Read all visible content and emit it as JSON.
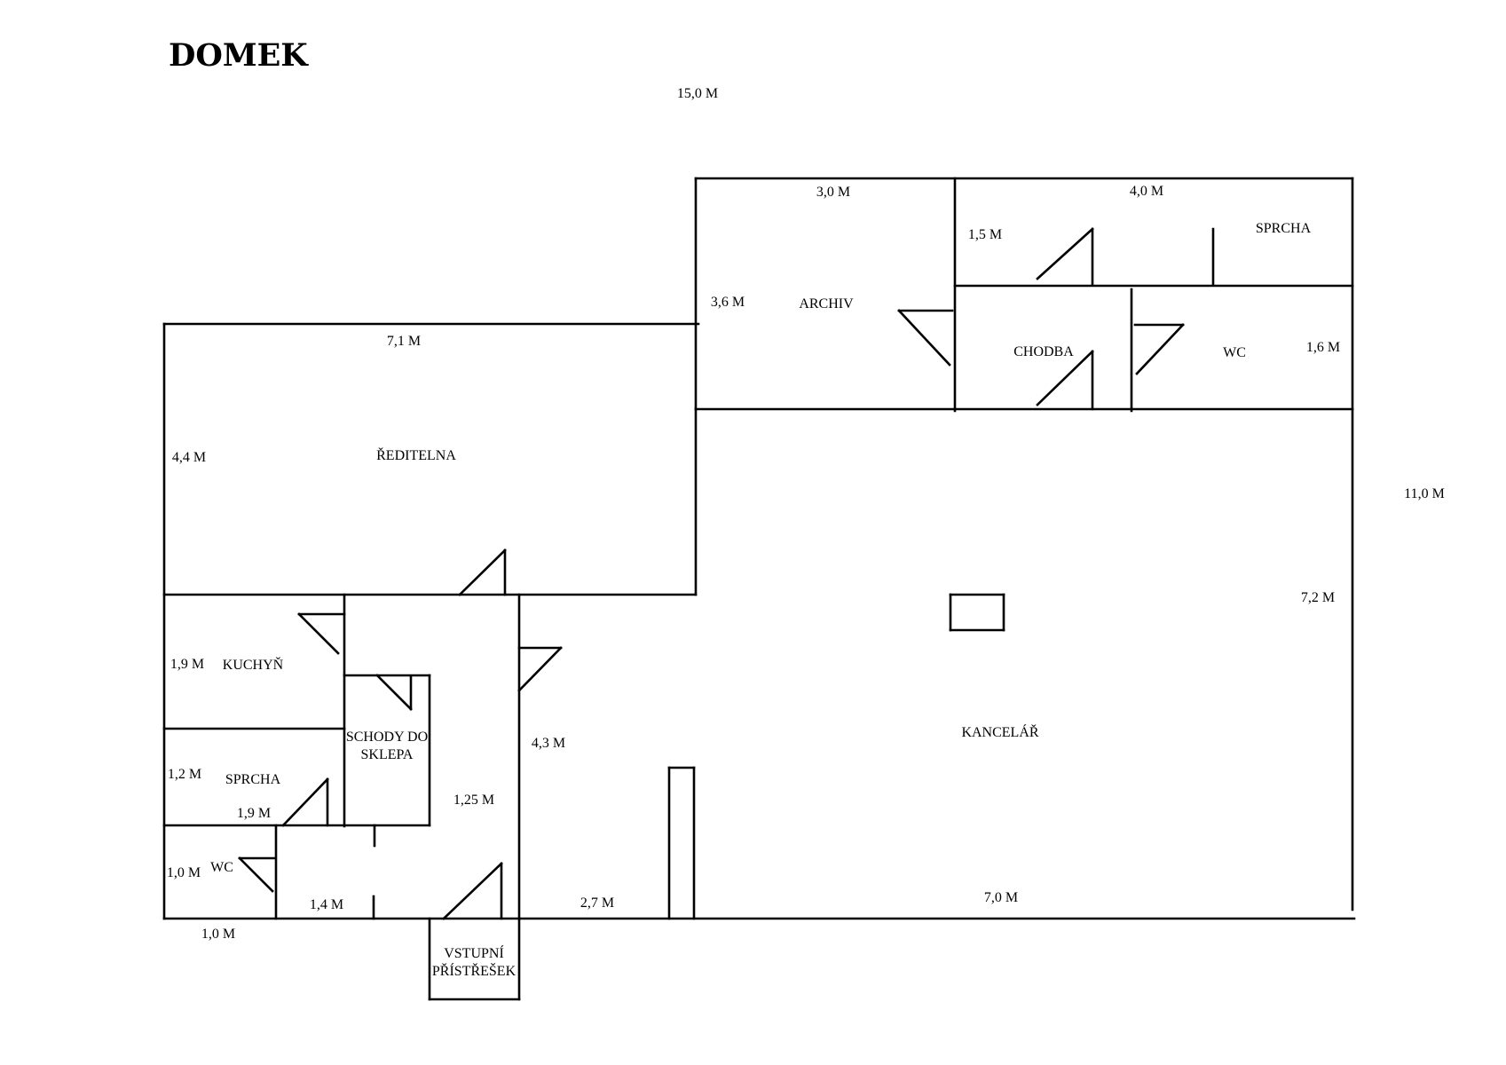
{
  "title": "DOMEK",
  "rooms": {
    "archiv": "ARCHIV",
    "sprcha_top": "SPRCHA",
    "chodba": "CHODBA",
    "wc_top": "WC",
    "reditelna": "ŘEDITELNA",
    "kuchyn": "KUCHYŇ",
    "schody": "SCHODY DO SKLEPA",
    "sprcha_bottom": "SPRCHA",
    "wc_bottom": "WC",
    "kancelar": "KANCELÁŘ",
    "vstupni": "VSTUPNÍ PŘÍSTŘEŠEK"
  },
  "dimensions": {
    "total_width": "15,0 M",
    "total_height": "11,0 M",
    "archiv_width": "3,0 M",
    "archiv_height": "3,6 M",
    "sprcha_top_width": "4,0 M",
    "sprcha_top_height": "1,5 M",
    "wc_top_height": "1,6 M",
    "reditelna_width": "7,1 M",
    "reditelna_height": "4,4 M",
    "kancelar_height": "7,2 M",
    "kancelar_width": "7,0 M",
    "kuchyn_height": "1,9 M",
    "sprcha_bottom_height": "1,2 M",
    "sprcha_bottom_width": "1,9 M",
    "wc_bottom_height": "1,0 M",
    "wc_bottom_width": "1,0 M",
    "hall_width": "1,4 M",
    "corridor_width": "1,25 M",
    "corridor_height": "4,3 M",
    "entrance_gap": "2,7 M"
  }
}
